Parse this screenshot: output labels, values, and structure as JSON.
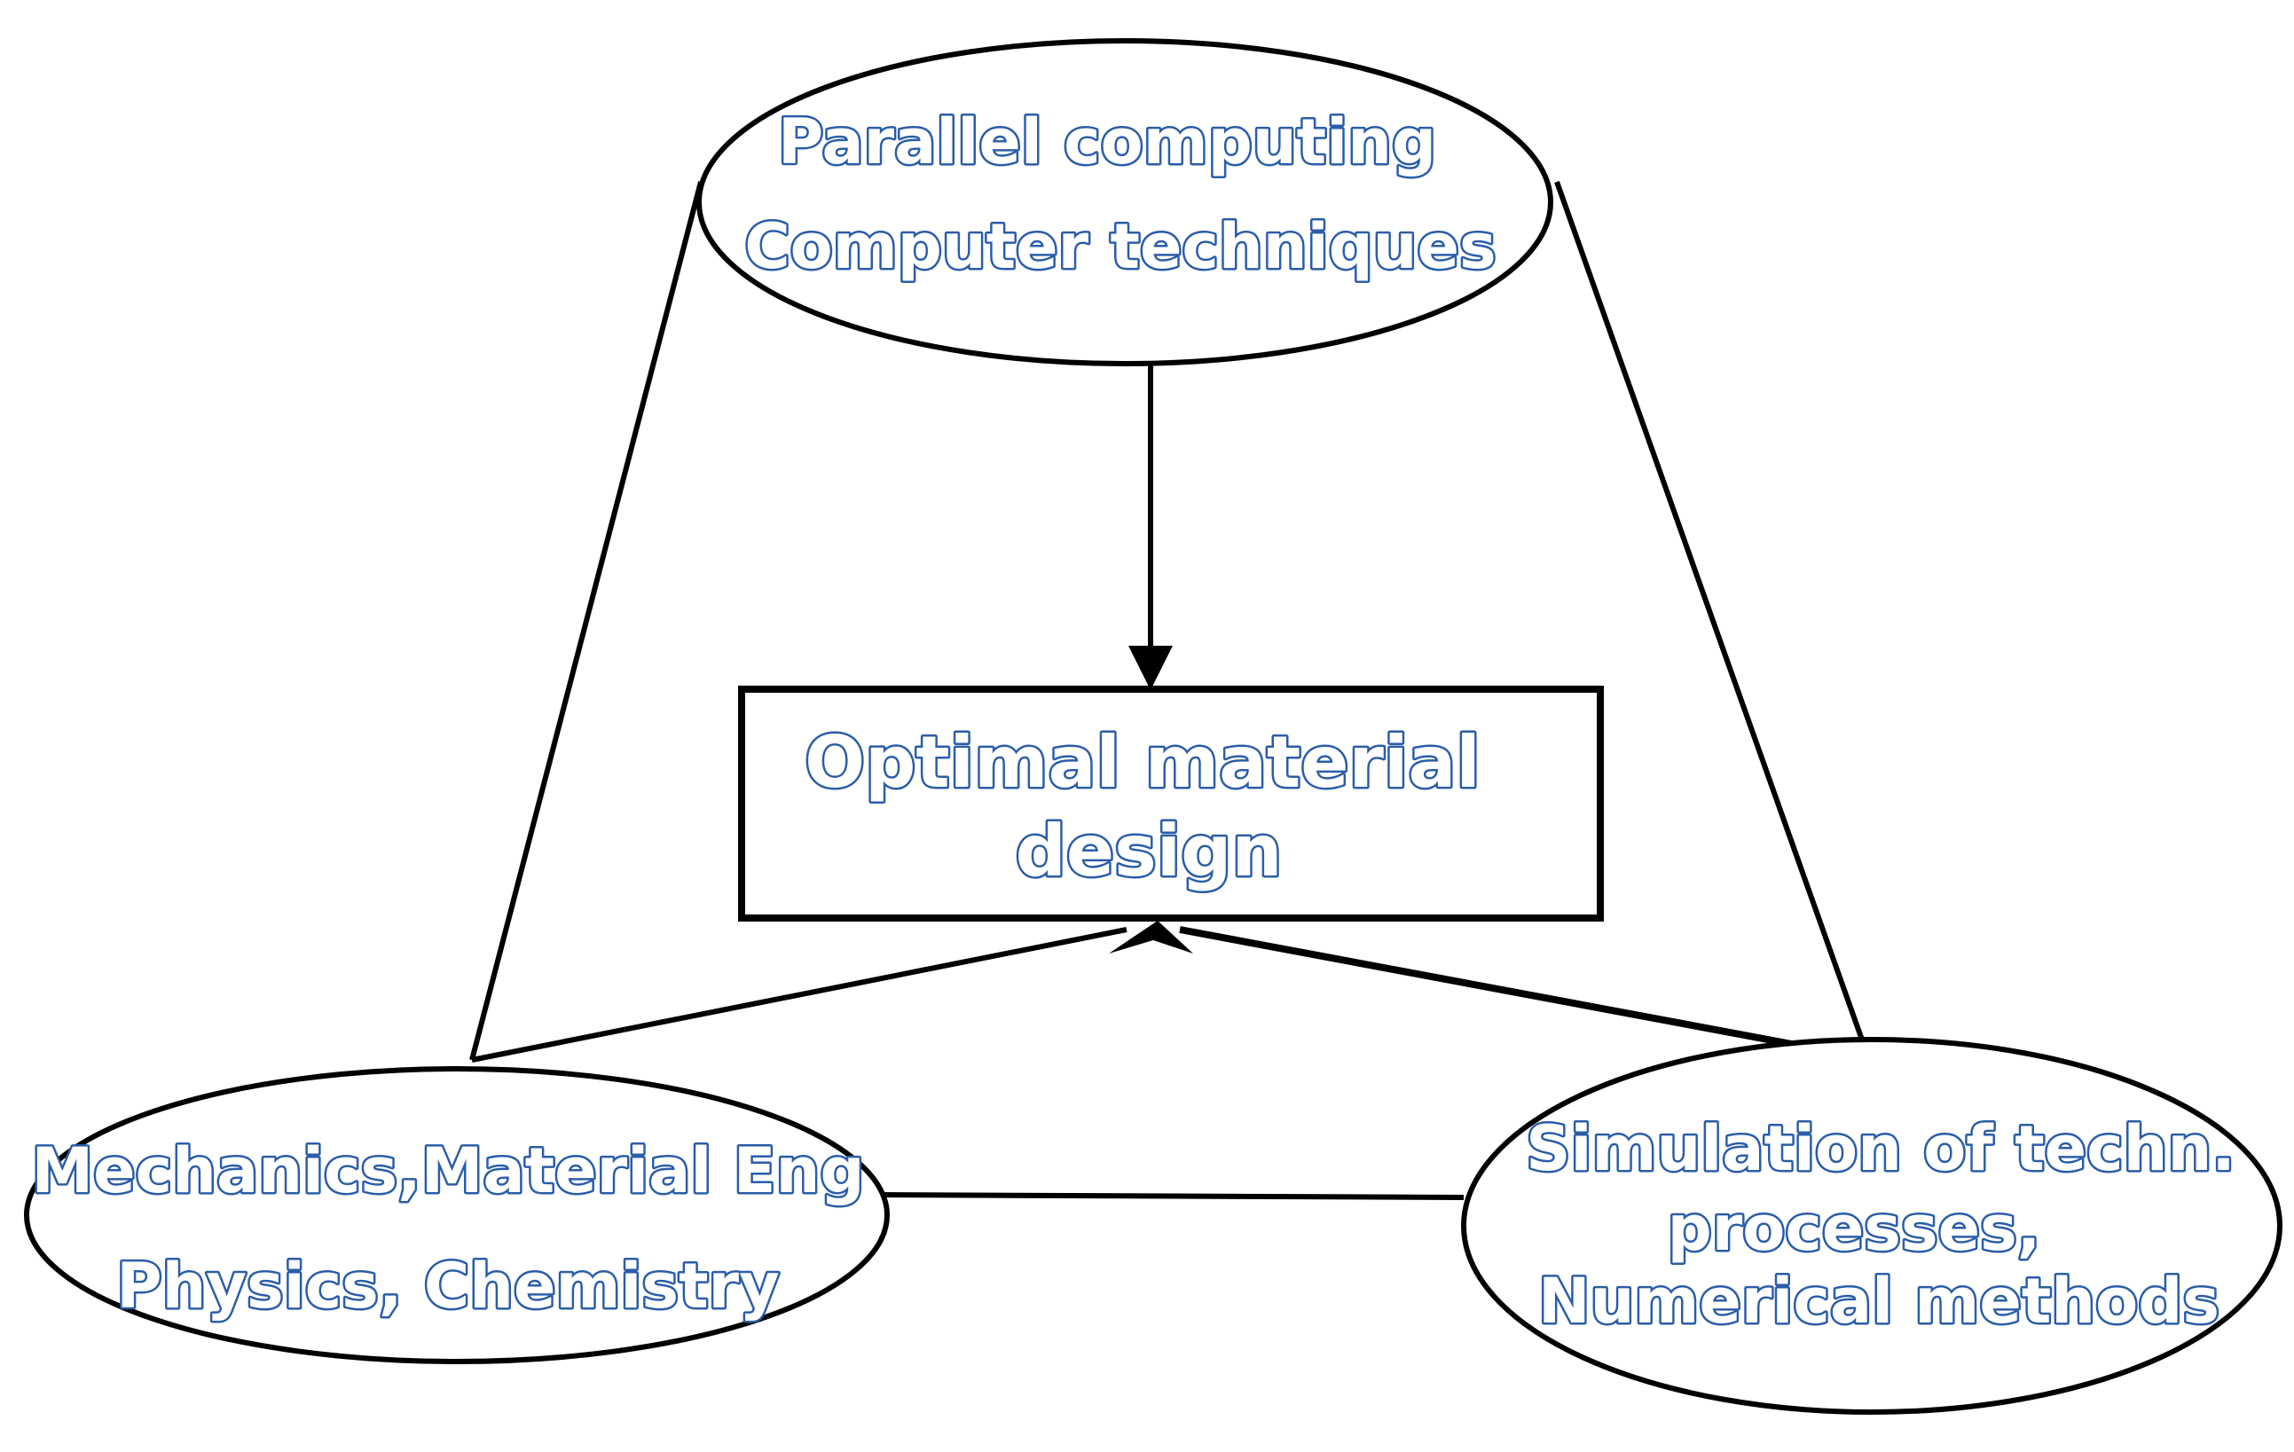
{
  "nodes": {
    "top": {
      "lines": [
        "Parallel computing",
        "Computer techniques"
      ]
    },
    "center": {
      "lines": [
        "Optimal material",
        "design"
      ]
    },
    "left": {
      "lines": [
        "Mechanics,Material Eng",
        "Physics, Chemistry"
      ]
    },
    "right": {
      "lines": [
        "Simulation of techn.",
        "processes,",
        "Numerical methods"
      ]
    }
  },
  "colors": {
    "text_outline": "#2a5da8",
    "text_fill": "#ffffff",
    "lines": "#000000"
  }
}
